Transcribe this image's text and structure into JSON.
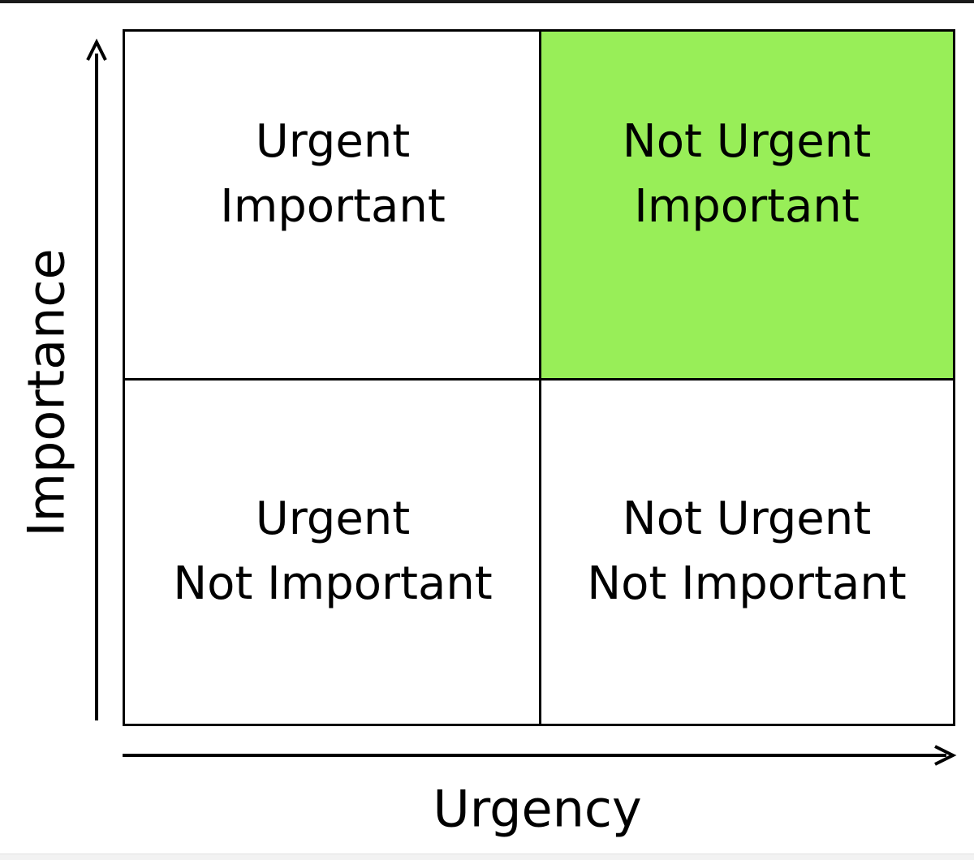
{
  "axes": {
    "y_label": "Importance",
    "x_label": "Urgency"
  },
  "quadrants": {
    "top_left": {
      "line1": "Urgent",
      "line2": "Important"
    },
    "top_right": {
      "line1": "Not Urgent",
      "line2": "Important"
    },
    "bottom_left": {
      "line1": "Urgent",
      "line2": "Not Important"
    },
    "bottom_right": {
      "line1": "Not Urgent",
      "line2": "Not Important"
    }
  },
  "colors": {
    "highlight": "#98ee58",
    "line": "#000000",
    "background": "#ffffff"
  }
}
